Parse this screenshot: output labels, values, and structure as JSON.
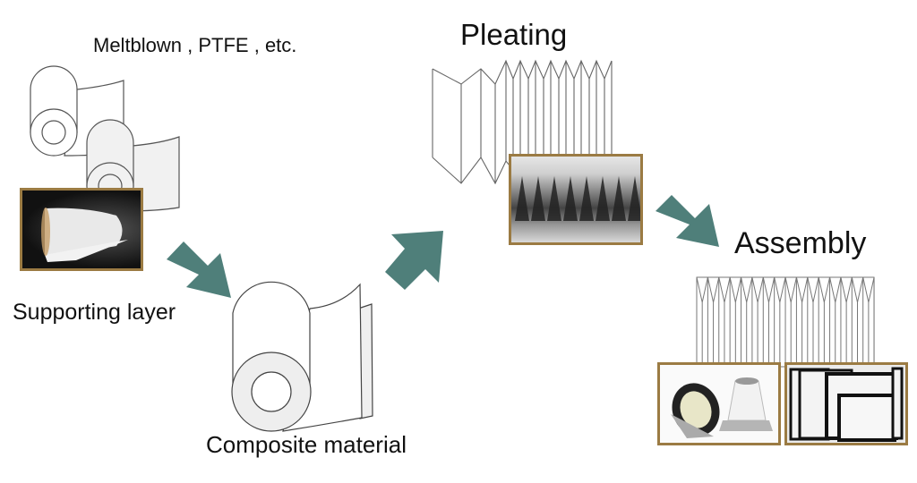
{
  "diagram": {
    "type": "process-flow",
    "stages": [
      {
        "id": "materials",
        "label": "Meltblown , PTFE , etc.",
        "photo": "filter-media-roll-photo"
      },
      {
        "id": "supporting",
        "label": "Supporting layer"
      },
      {
        "id": "composite",
        "label": "Composite material"
      },
      {
        "id": "pleating",
        "label": "Pleating",
        "photo": "pleated-media-closeup-photo"
      },
      {
        "id": "assembly",
        "label": "Assembly",
        "photos": [
          "cone-filter-photo",
          "panel-filter-photo"
        ]
      }
    ],
    "flow": [
      "supporting->composite",
      "composite->pleating",
      "pleating->assembly"
    ],
    "colors": {
      "arrow": "#4f7f7a",
      "photo_frame": "#9b7b43",
      "line_art": "#555555"
    }
  }
}
